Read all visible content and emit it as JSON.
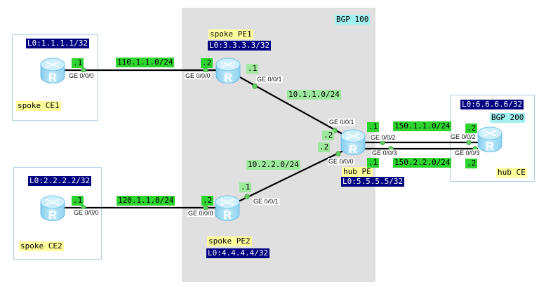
{
  "areas": {
    "bgp100": "BGP 100",
    "bgp200": "BGP 200"
  },
  "nodes": {
    "spoke_ce1": {
      "label": "spoke CE1",
      "loopback": "L0:1.1.1.1/32"
    },
    "spoke_pe1": {
      "label": "spoke PE1",
      "loopback": "L0:3.3.3.3/32"
    },
    "spoke_ce2": {
      "label": "spoke CE2",
      "loopback": "L0:2.2.2.2/32"
    },
    "spoke_pe2": {
      "label": "spoke PE2",
      "loopback": "L0:4.4.4.4/32"
    },
    "hub_pe": {
      "label": "hub PE",
      "loopback": "L0:5.5.5.5/32"
    },
    "hub_ce": {
      "label": "hub CE",
      "loopback": "L0:6.6.6.6/32"
    }
  },
  "links": {
    "ce1_pe1": {
      "network": "110.1.1.0/24",
      "ce1_if": "GE 0/0/0",
      "ce1_addr": ".1",
      "pe1_if": "GE 0/0/0",
      "pe1_addr": ".2"
    },
    "pe1_hubpe": {
      "network": "10.1.1.0/24",
      "pe1_if": "GE 0/0/1",
      "pe1_addr": ".1",
      "hub_if": "GE 0/0/1",
      "hub_addr": ".2"
    },
    "ce2_pe2": {
      "network": "120.1.1.0/24",
      "ce2_if": "GE 0/0/0",
      "ce2_addr": ".1",
      "pe2_if": "GE 0/0/0",
      "pe2_addr": ".2"
    },
    "pe2_hubpe": {
      "network": "10.2.2.0/24",
      "pe2_if": "GE 0/0/1",
      "pe2_addr": ".1",
      "hub_if": "GE 0/0/0",
      "hub_addr": ".2"
    },
    "hubpe_hubce_1": {
      "network": "150.1.1.0/24",
      "pe_if": "GE 0/0/2",
      "pe_addr": ".1",
      "ce_if": "GE 0/0/2",
      "ce_addr": ".2"
    },
    "hubpe_hubce_2": {
      "network": "150.2.2.0/24",
      "pe_if": "GE 0/0/3",
      "pe_addr": ".1",
      "ce_if": "GE 0/0/3",
      "ce_addr": ".2"
    }
  },
  "colors": {
    "highlight_green": "#2fd32f",
    "pale_green": "#9ee89e",
    "loopback_navy": "#000080",
    "node_yellow": "#ffff9e",
    "bgp_cyan": "#a3f0f0",
    "backbone_gray": "#e0e0e0",
    "site_border_blue": "#a9cfe9",
    "link_black": "#000000",
    "dot_green": "#63cf63"
  }
}
